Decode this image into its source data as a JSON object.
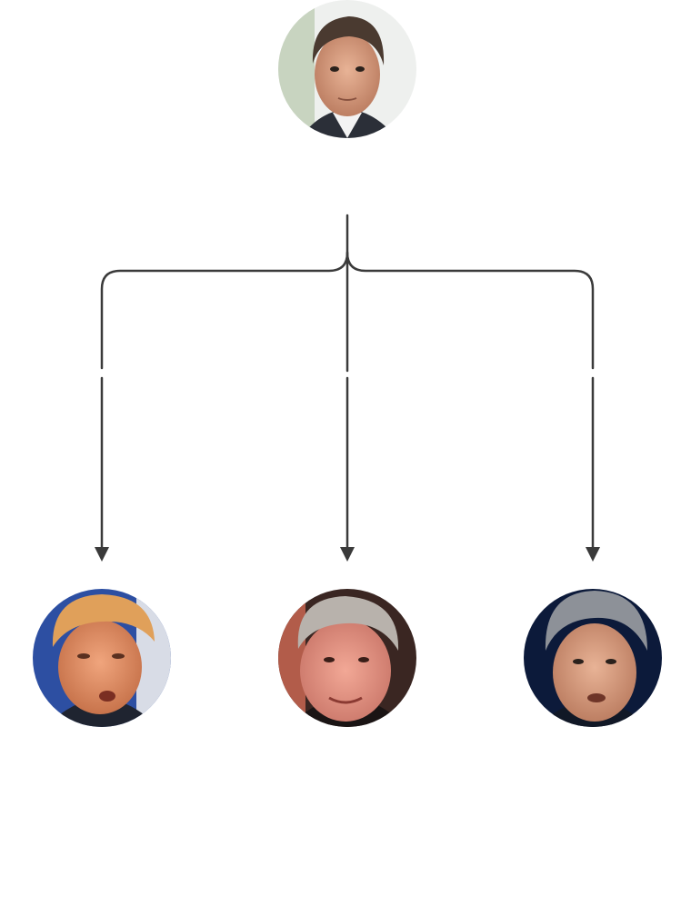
{
  "diagram": {
    "nodes": [
      {
        "id": "top",
        "label": "",
        "tier": "source"
      },
      {
        "id": "left",
        "label": "",
        "tier": "target"
      },
      {
        "id": "center",
        "label": "",
        "tier": "target"
      },
      {
        "id": "right",
        "label": "",
        "tier": "target"
      }
    ],
    "edges": [
      {
        "from": "top",
        "to": "left"
      },
      {
        "from": "top",
        "to": "center"
      },
      {
        "from": "top",
        "to": "right"
      }
    ],
    "colors": {
      "line": "#3a3a3a",
      "background": "#ffffff",
      "skin": "#d9a184",
      "skin_shadow": "#b97a5e"
    }
  }
}
